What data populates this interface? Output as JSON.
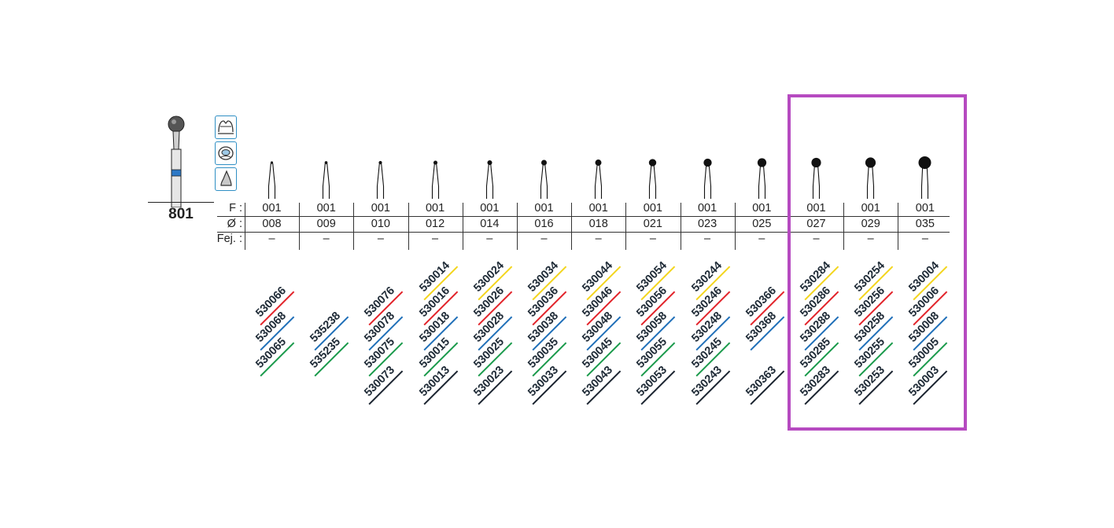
{
  "model_number": "801",
  "colors": {
    "highlight": "#b64ac0",
    "icon_border": "#2f8fc4",
    "band_blue": "#2c78c6",
    "yellow": "#f3d51d",
    "red": "#e2232a",
    "blue": "#1f6fb8",
    "green": "#1a9a4b",
    "black": "#1b2430"
  },
  "indication_icons": [
    "crown-preparation-icon",
    "cavity-preparation-icon",
    "tooth-root-icon"
  ],
  "row_labels": {
    "f": "F :",
    "diameter": "Ø :",
    "fej": "Fej. :"
  },
  "highlighted_columns": [
    10,
    11,
    12
  ],
  "columns": [
    {
      "f": "001",
      "diameter": "008",
      "fej": "–",
      "head_size": 0.08,
      "codes": [
        {
          "text": "530066",
          "color": "red",
          "slot": 1
        },
        {
          "text": "530068",
          "color": "blue",
          "slot": 2
        },
        {
          "text": "530065",
          "color": "green",
          "slot": 3
        }
      ]
    },
    {
      "f": "001",
      "diameter": "009",
      "fej": "–",
      "head_size": 0.09,
      "codes": [
        {
          "text": "535238",
          "color": "blue",
          "slot": 2
        },
        {
          "text": "535235",
          "color": "green",
          "slot": 3
        }
      ]
    },
    {
      "f": "001",
      "diameter": "010",
      "fej": "–",
      "head_size": 0.1,
      "codes": [
        {
          "text": "530076",
          "color": "red",
          "slot": 1
        },
        {
          "text": "530078",
          "color": "blue",
          "slot": 2
        },
        {
          "text": "530075",
          "color": "green",
          "slot": 3
        },
        {
          "text": "530073",
          "color": "black",
          "slot": 4
        }
      ]
    },
    {
      "f": "001",
      "diameter": "012",
      "fej": "–",
      "head_size": 0.12,
      "codes": [
        {
          "text": "530014",
          "color": "yellow",
          "slot": 0
        },
        {
          "text": "530016",
          "color": "red",
          "slot": 1
        },
        {
          "text": "530018",
          "color": "blue",
          "slot": 2
        },
        {
          "text": "530015",
          "color": "green",
          "slot": 3
        },
        {
          "text": "530013",
          "color": "black",
          "slot": 4
        }
      ]
    },
    {
      "f": "001",
      "diameter": "014",
      "fej": "–",
      "head_size": 0.14,
      "codes": [
        {
          "text": "530024",
          "color": "yellow",
          "slot": 0
        },
        {
          "text": "530026",
          "color": "red",
          "slot": 1
        },
        {
          "text": "530028",
          "color": "blue",
          "slot": 2
        },
        {
          "text": "530025",
          "color": "green",
          "slot": 3
        },
        {
          "text": "530023",
          "color": "black",
          "slot": 4
        }
      ]
    },
    {
      "f": "001",
      "diameter": "016",
      "fej": "–",
      "head_size": 0.16,
      "codes": [
        {
          "text": "530034",
          "color": "yellow",
          "slot": 0
        },
        {
          "text": "530036",
          "color": "red",
          "slot": 1
        },
        {
          "text": "530038",
          "color": "blue",
          "slot": 2
        },
        {
          "text": "530035",
          "color": "green",
          "slot": 3
        },
        {
          "text": "530033",
          "color": "black",
          "slot": 4
        }
      ]
    },
    {
      "f": "001",
      "diameter": "018",
      "fej": "–",
      "head_size": 0.18,
      "codes": [
        {
          "text": "530044",
          "color": "yellow",
          "slot": 0
        },
        {
          "text": "530046",
          "color": "red",
          "slot": 1
        },
        {
          "text": "530048",
          "color": "blue",
          "slot": 2
        },
        {
          "text": "530045",
          "color": "green",
          "slot": 3
        },
        {
          "text": "530043",
          "color": "black",
          "slot": 4
        }
      ]
    },
    {
      "f": "001",
      "diameter": "021",
      "fej": "–",
      "head_size": 0.21,
      "codes": [
        {
          "text": "530054",
          "color": "yellow",
          "slot": 0
        },
        {
          "text": "530056",
          "color": "red",
          "slot": 1
        },
        {
          "text": "530058",
          "color": "blue",
          "slot": 2
        },
        {
          "text": "530055",
          "color": "green",
          "slot": 3
        },
        {
          "text": "530053",
          "color": "black",
          "slot": 4
        }
      ]
    },
    {
      "f": "001",
      "diameter": "023",
      "fej": "–",
      "head_size": 0.23,
      "codes": [
        {
          "text": "530244",
          "color": "yellow",
          "slot": 0
        },
        {
          "text": "530246",
          "color": "red",
          "slot": 1
        },
        {
          "text": "530248",
          "color": "blue",
          "slot": 2
        },
        {
          "text": "530245",
          "color": "green",
          "slot": 3
        },
        {
          "text": "530243",
          "color": "black",
          "slot": 4
        }
      ]
    },
    {
      "f": "001",
      "diameter": "025",
      "fej": "–",
      "head_size": 0.25,
      "codes": [
        {
          "text": "530366",
          "color": "red",
          "slot": 1
        },
        {
          "text": "530368",
          "color": "blue",
          "slot": 2
        },
        {
          "text": "530363",
          "color": "black",
          "slot": 4
        }
      ]
    },
    {
      "f": "001",
      "diameter": "027",
      "fej": "–",
      "head_size": 0.27,
      "codes": [
        {
          "text": "530284",
          "color": "yellow",
          "slot": 0
        },
        {
          "text": "530286",
          "color": "red",
          "slot": 1
        },
        {
          "text": "530288",
          "color": "blue",
          "slot": 2
        },
        {
          "text": "530285",
          "color": "green",
          "slot": 3
        },
        {
          "text": "530283",
          "color": "black",
          "slot": 4
        }
      ]
    },
    {
      "f": "001",
      "diameter": "029",
      "fej": "–",
      "head_size": 0.29,
      "codes": [
        {
          "text": "530254",
          "color": "yellow",
          "slot": 0
        },
        {
          "text": "530256",
          "color": "red",
          "slot": 1
        },
        {
          "text": "530258",
          "color": "blue",
          "slot": 2
        },
        {
          "text": "530255",
          "color": "green",
          "slot": 3
        },
        {
          "text": "530253",
          "color": "black",
          "slot": 4
        }
      ]
    },
    {
      "f": "001",
      "diameter": "035",
      "fej": "–",
      "head_size": 0.35,
      "codes": [
        {
          "text": "530004",
          "color": "yellow",
          "slot": 0
        },
        {
          "text": "530006",
          "color": "red",
          "slot": 1
        },
        {
          "text": "530008",
          "color": "blue",
          "slot": 2
        },
        {
          "text": "530005",
          "color": "green",
          "slot": 3
        },
        {
          "text": "530003",
          "color": "black",
          "slot": 4
        }
      ]
    }
  ]
}
